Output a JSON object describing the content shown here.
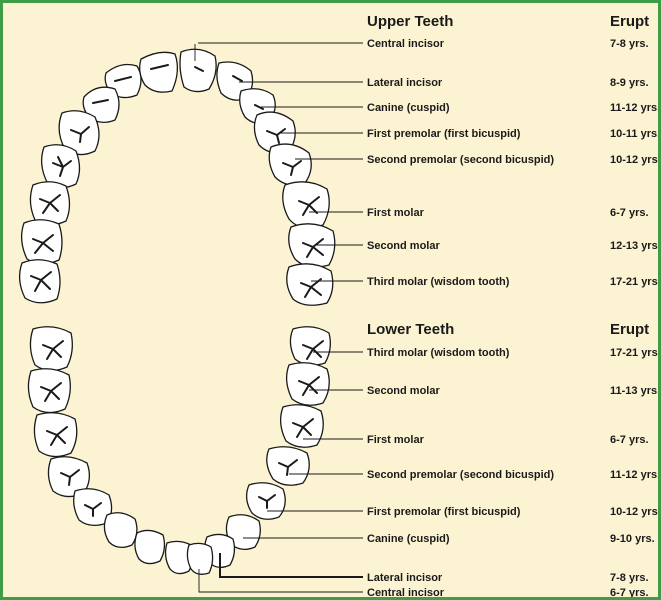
{
  "upper": {
    "title": "Upper Teeth",
    "erupt_header": "Erupt",
    "rows": [
      {
        "name": "Central incisor",
        "erupt": "7-8 yrs."
      },
      {
        "name": "Lateral incisor",
        "erupt": "8-9 yrs."
      },
      {
        "name": "Canine (cuspid)",
        "erupt": "11-12 yrs."
      },
      {
        "name": "First premolar (first bicuspid)",
        "erupt": "10-11 yrs."
      },
      {
        "name": "Second premolar (second bicuspid)",
        "erupt": "10-12 yrs."
      },
      {
        "name": "First molar",
        "erupt": "6-7 yrs."
      },
      {
        "name": "Second molar",
        "erupt": "12-13 yrs."
      },
      {
        "name": "Third molar (wisdom tooth)",
        "erupt": "17-21 yrs."
      }
    ]
  },
  "lower": {
    "title": "Lower Teeth",
    "erupt_header": "Erupt",
    "rows": [
      {
        "name": "Third molar (wisdom tooth)",
        "erupt": "17-21 yrs."
      },
      {
        "name": "Second molar",
        "erupt": "11-13 yrs."
      },
      {
        "name": "First molar",
        "erupt": "6-7 yrs."
      },
      {
        "name": "Second premolar (second bicuspid)",
        "erupt": "11-12 yrs."
      },
      {
        "name": "First premolar (first bicuspid)",
        "erupt": "10-12 yrs."
      },
      {
        "name": "Canine (cuspid)",
        "erupt": "9-10 yrs."
      },
      {
        "name": "Lateral incisor",
        "erupt": "7-8 yrs."
      },
      {
        "name": "Central incisor",
        "erupt": "6-7 yrs."
      }
    ]
  },
  "colors": {
    "border": "#3f9e45",
    "background": "#fcf3d2",
    "tooth": "#ffffff",
    "ink": "#1a1a1a"
  }
}
